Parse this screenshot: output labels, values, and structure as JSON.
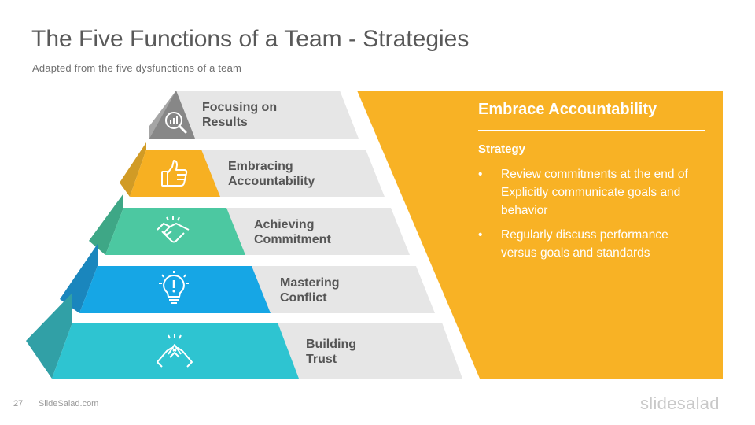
{
  "title": "The Five Functions of a Team - Strategies",
  "subtitle": "Adapted from the five dysfunctions of a team",
  "levels": [
    {
      "label_line1": "Focusing on",
      "label_line2": "Results",
      "icon": "magnifier-chart-icon",
      "color": "#7f7f7f"
    },
    {
      "label_line1": "Embracing",
      "label_line2": "Accountability",
      "icon": "thumbs-up-icon",
      "color": "#f5b323"
    },
    {
      "label_line1": "Achieving",
      "label_line2": "Commitment",
      "icon": "handshake-icon",
      "color": "#4bc8a0"
    },
    {
      "label_line1": "Mastering",
      "label_line2": "Conflict",
      "icon": "lightbulb-icon",
      "color": "#1aa7e4"
    },
    {
      "label_line1": "Building",
      "label_line2": "Trust",
      "icon": "clasped-hands-icon",
      "color": "#2ec3cf"
    }
  ],
  "panel": {
    "title": "Embrace Accountability",
    "subheading": "Strategy",
    "bullet_char": "•",
    "bullets": [
      "Review commitments at the end of Explicitly communicate goals and behavior",
      "Regularly discuss performance versus goals and standards"
    ],
    "color": "#f8b225"
  },
  "footer": {
    "page_number": "27",
    "site": "| SlideSalad.com",
    "logo": "slidesalad"
  }
}
